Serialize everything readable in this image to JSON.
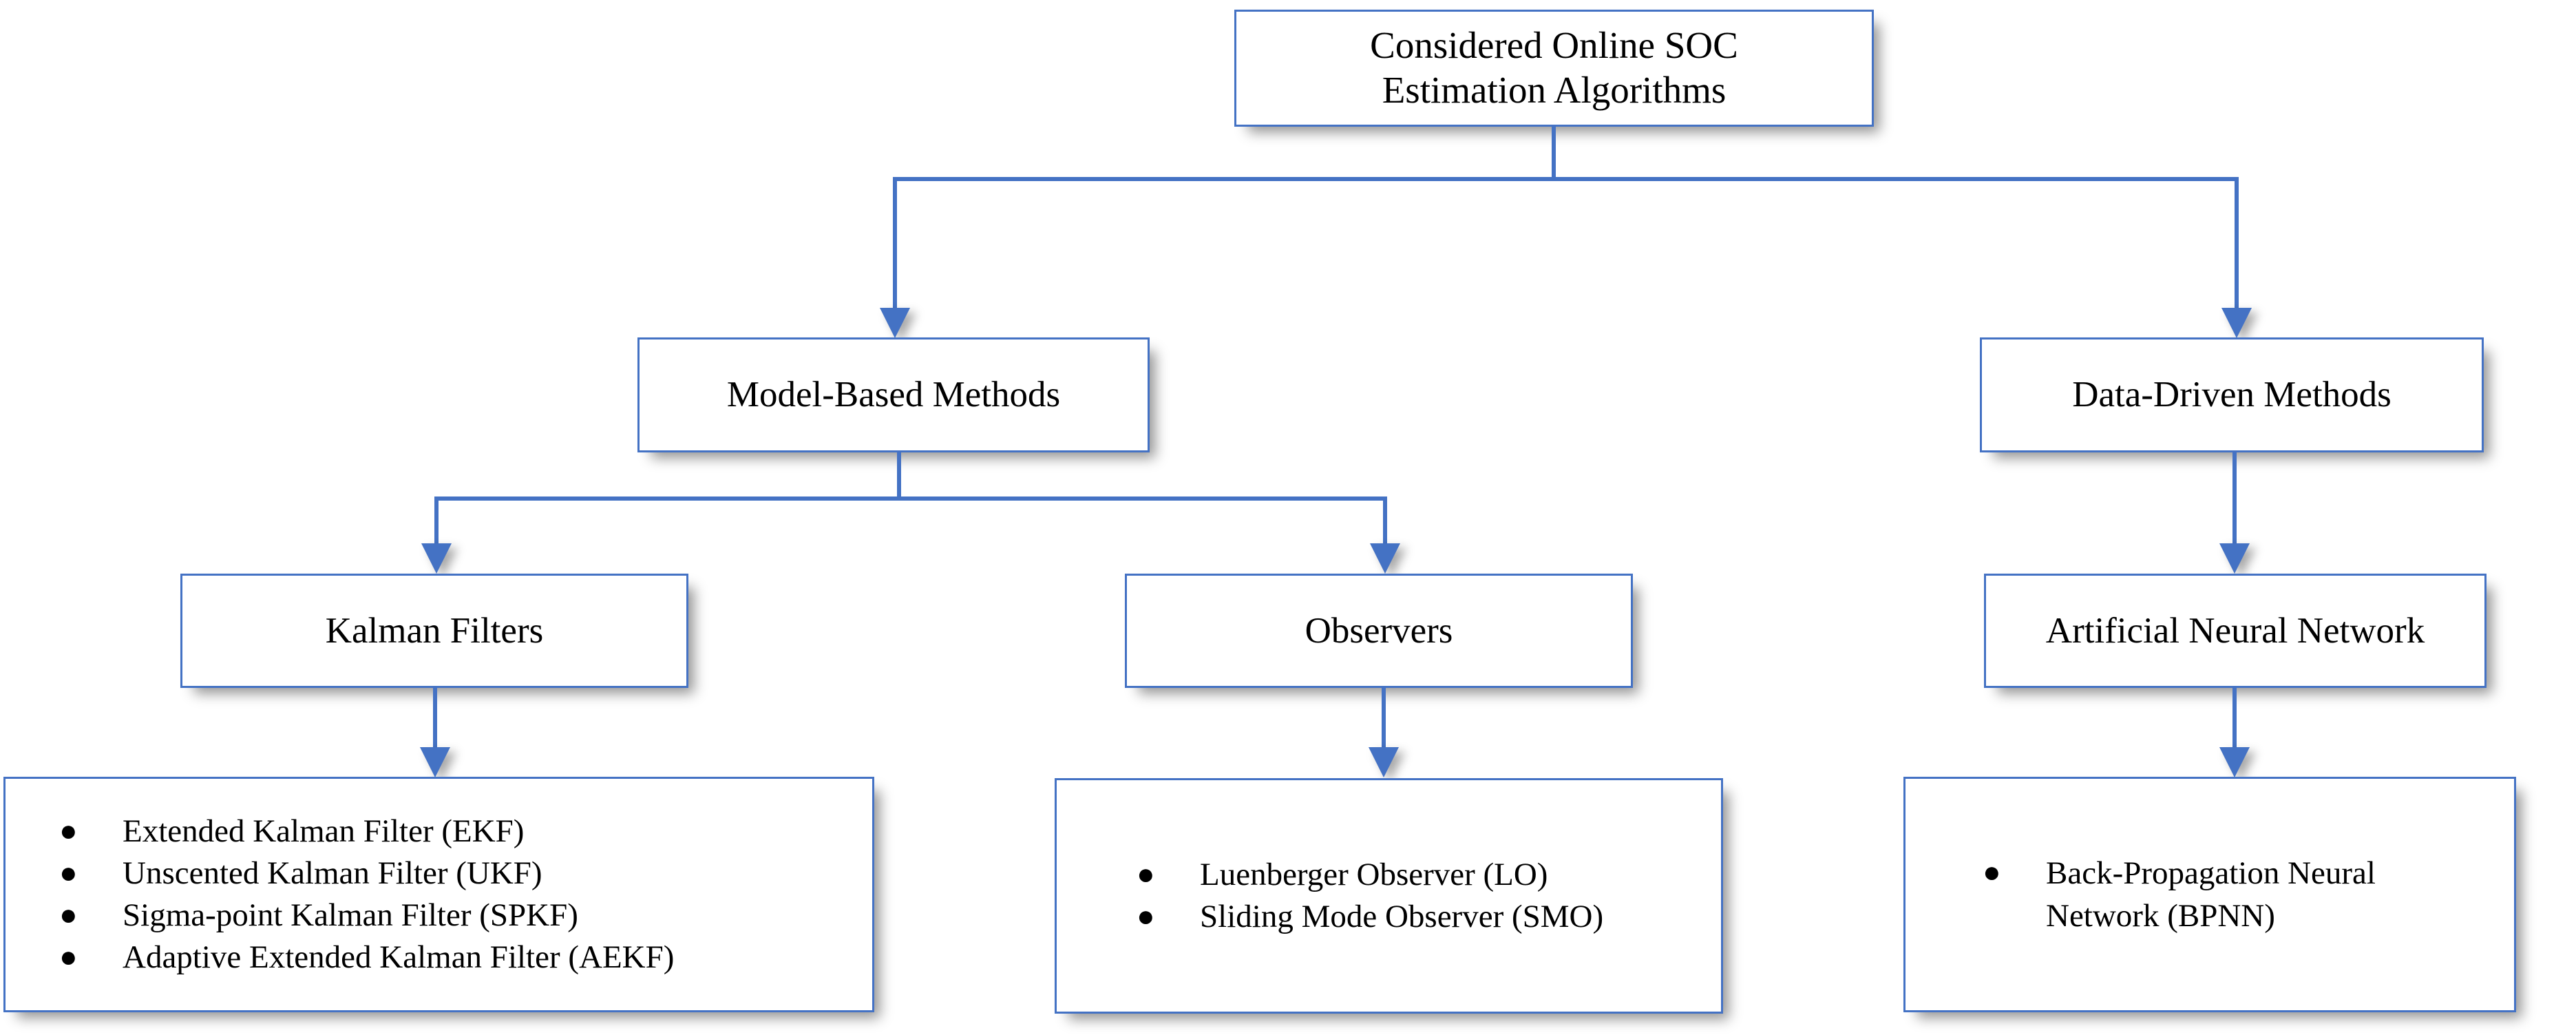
{
  "diagram": {
    "title_node": {
      "id": "root",
      "label": "Considered Online SOC\nEstimation Algorithms"
    },
    "level2": [
      {
        "id": "model-based",
        "label": "Model-Based Methods"
      },
      {
        "id": "data-driven",
        "label": "Data-Driven Methods"
      }
    ],
    "level3": [
      {
        "id": "kalman-filters",
        "label": "Kalman Filters"
      },
      {
        "id": "observers",
        "label": "Observers"
      },
      {
        "id": "ann",
        "label": "Artificial Neural Network"
      }
    ],
    "level4": {
      "kalman_list": {
        "bullet": "●",
        "items": [
          "Extended Kalman Filter (EKF)",
          "Unscented Kalman Filter (UKF)",
          "Sigma-point Kalman Filter (SPKF)",
          "Adaptive Extended Kalman Filter (AEKF)"
        ]
      },
      "observer_list": {
        "bullet": "●",
        "items": [
          "Luenberger Observer (LO)",
          "Sliding Mode Observer (SMO)"
        ]
      },
      "ann_list": {
        "bullet": "●",
        "items": [
          "Back-Propagation Neural\nNetwork (BPNN)"
        ]
      }
    },
    "colors": {
      "connector": "#4472c4",
      "box_border": "#4472c4",
      "box_fill": "#ffffff",
      "text": "#000000",
      "background": "#ffffff"
    }
  }
}
